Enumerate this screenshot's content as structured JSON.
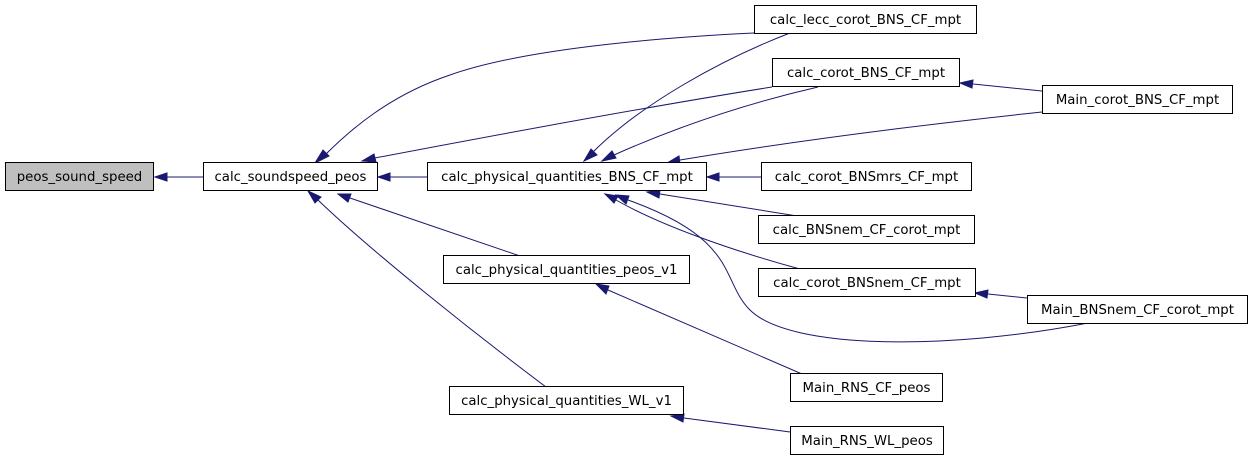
{
  "graph": {
    "colors": {
      "edge": "#191970",
      "root_fill": "#bfbfbf",
      "node_fill": "#ffffff",
      "border": "#000000"
    },
    "nodes": {
      "peos_sound_speed": "peos_sound_speed",
      "calc_soundspeed_peos": "calc_soundspeed_peos",
      "calc_physical_quantities_BNS_CF_mpt": "calc_physical_quantities_BNS_CF_mpt",
      "calc_physical_quantities_peos_v1": "calc_physical_quantities_peos_v1",
      "calc_physical_quantities_WL_v1": "calc_physical_quantities_WL_v1",
      "calc_lecc_corot_BNS_CF_mpt": "calc_lecc_corot_BNS_CF_mpt",
      "calc_corot_BNS_CF_mpt": "calc_corot_BNS_CF_mpt",
      "Main_corot_BNS_CF_mpt": "Main_corot_BNS_CF_mpt",
      "calc_corot_BNSmrs_CF_mpt": "calc_corot_BNSmrs_CF_mpt",
      "calc_BNSnem_CF_corot_mpt": "calc_BNSnem_CF_corot_mpt",
      "calc_corot_BNSnem_CF_mpt": "calc_corot_BNSnem_CF_mpt",
      "Main_BNSnem_CF_corot_mpt": "Main_BNSnem_CF_corot_mpt",
      "Main_RNS_CF_peos": "Main_RNS_CF_peos",
      "Main_RNS_WL_peos": "Main_RNS_WL_peos"
    },
    "edges": [
      [
        "calc_soundspeed_peos",
        "peos_sound_speed"
      ],
      [
        "calc_physical_quantities_BNS_CF_mpt",
        "calc_soundspeed_peos"
      ],
      [
        "calc_lecc_corot_BNS_CF_mpt",
        "calc_soundspeed_peos"
      ],
      [
        "calc_corot_BNS_CF_mpt",
        "calc_soundspeed_peos"
      ],
      [
        "calc_physical_quantities_peos_v1",
        "calc_soundspeed_peos"
      ],
      [
        "calc_physical_quantities_WL_v1",
        "calc_soundspeed_peos"
      ],
      [
        "calc_lecc_corot_BNS_CF_mpt",
        "calc_physical_quantities_BNS_CF_mpt"
      ],
      [
        "calc_corot_BNS_CF_mpt",
        "calc_physical_quantities_BNS_CF_mpt"
      ],
      [
        "Main_corot_BNS_CF_mpt",
        "calc_physical_quantities_BNS_CF_mpt"
      ],
      [
        "calc_corot_BNSmrs_CF_mpt",
        "calc_physical_quantities_BNS_CF_mpt"
      ],
      [
        "calc_BNSnem_CF_corot_mpt",
        "calc_physical_quantities_BNS_CF_mpt"
      ],
      [
        "calc_corot_BNSnem_CF_mpt",
        "calc_physical_quantities_BNS_CF_mpt"
      ],
      [
        "Main_BNSnem_CF_corot_mpt",
        "calc_physical_quantities_BNS_CF_mpt"
      ],
      [
        "Main_corot_BNS_CF_mpt",
        "calc_corot_BNS_CF_mpt"
      ],
      [
        "Main_BNSnem_CF_corot_mpt",
        "calc_corot_BNSnem_CF_mpt"
      ],
      [
        "Main_RNS_CF_peos",
        "calc_physical_quantities_peos_v1"
      ],
      [
        "Main_RNS_WL_peos",
        "calc_physical_quantities_WL_v1"
      ]
    ]
  }
}
